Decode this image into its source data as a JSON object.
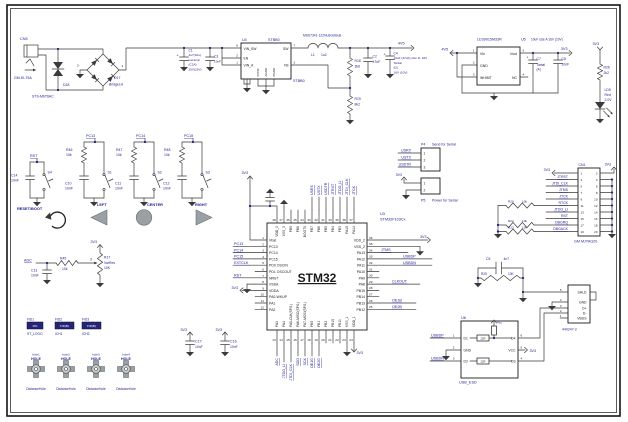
{
  "colors": {
    "wire": "#3a3a3a",
    "label": "#1c1c8f",
    "icon_gray": "#9aa0a4",
    "fiducial": "#24247c"
  },
  "power_input": {
    "cn5_ref": "CN5",
    "cn5_part": "GM-EL75A",
    "plus": "+",
    "d18_ref": "D18",
    "d18_part": "STS-M6T6AC",
    "d17_ref": "D17",
    "d17_part": "BridgeLH",
    "d17_neg": "2-",
    "d17_pos": "1",
    "c1_ref": "C1",
    "c1_value": "4u7(10u)",
    "c1_n1": "Ceramic",
    "c1_n2": "(C2A)",
    "c1_n3": "25V(25V)",
    "c3_ref": "C3",
    "c3_value": "10nF"
  },
  "buck": {
    "u4_ref": "U4",
    "u4_part": "STBB0",
    "u4_part2": "STBB0",
    "pin_vin_sw": "VIN_SW",
    "pin_en": "EN",
    "pin_vin_a": "VIN_A",
    "pin_sync": "SYNC",
    "pin_agnd": "AGND",
    "pin_pgnd": "PGND",
    "pin_sw": "SW",
    "pin_fb": "FB",
    "num_vin_sw": "6",
    "num_en": "2",
    "num_vin_a": "1",
    "num_sw": "7",
    "num_fb": "3",
    "l1_ref": "L1",
    "l1_value": "1u2",
    "l1_part": "MSS7341-122NLBGdGu8",
    "r18_ref": "R18",
    "r18_value": "3k6",
    "r19_ref": "R19",
    "r19_value": "8k2",
    "c2_ref": "C2",
    "c2_value": "47nF",
    "c4_ref": "C4",
    "c4_plus": "+",
    "c4_n1": "10uF (47uF) size D, 16V",
    "c4_n2": "Tantal",
    "c4_n3": "(D)",
    "c4_n4": "16V (10V)",
    "net_out": "4V5"
  },
  "ldo": {
    "u5_ref": "U5",
    "u5_part": "LD39015M33R",
    "u5_note": "10uF size A 16V (10V)",
    "pin_vin": "Vin",
    "pin_gnd": "GND",
    "pin_inhibit": "INHIBIT",
    "pin_vout": "Vout",
    "pin_nc": "NC",
    "num_vin": "1",
    "num_gnd": "2",
    "num_inhibit": "3",
    "num_vout": "5",
    "num_nc": "4",
    "c7_ref": "C7",
    "c7_plus": "+",
    "c7_n1": "Tantal",
    "c7_n2": "(A)",
    "c8_ref": "C8",
    "c8_value": "10nF",
    "net_in": "4V5",
    "net_out": "3V3"
  },
  "power_led": {
    "net": "3V3",
    "r26_ref": "R26",
    "r26_value": "2k2",
    "ld5_ref": "LD5",
    "ld5_color": "Red",
    "ld5_vf": "2.0V"
  },
  "buttons": {
    "reset": {
      "net": "RST",
      "cap_ref": "C14",
      "cap_value": "10nF",
      "sw": "S4",
      "caption": "RESET/BOOT"
    },
    "left": {
      "net": "PC13",
      "res_ref": "R46",
      "res_value": "10k",
      "cap_ref": "C10",
      "cap_value": "10nF",
      "sw": "S1",
      "caption": "LEFT"
    },
    "center": {
      "net": "PC14",
      "res_ref": "R47",
      "res_value": "10k",
      "cap_ref": "C11",
      "cap_value": "10nF",
      "sw": "S2",
      "caption": "CENTER"
    },
    "right": {
      "net": "PC15",
      "res_ref": "R48",
      "res_value": "10k",
      "cap_ref": "C12",
      "cap_value": "10nF",
      "sw": "S3",
      "caption": "RIGHT"
    }
  },
  "adc_pot": {
    "net": "ADC",
    "c13_ref": "C13",
    "c13_value": "10nF",
    "r45_ref": "R45",
    "r45_value": "10k",
    "pin": "3",
    "r17_ref": "R17",
    "r17_type": "VarRes",
    "r17_value": "10K",
    "net_top": "3V3"
  },
  "fiducials": [
    {
      "ref": "FID1",
      "part": "FID",
      "name": "ST_LOGO"
    },
    {
      "ref": "FID2",
      "part": "FID(B)",
      "name": "ICH1"
    },
    {
      "ref": "FID3",
      "part": "FID(B)",
      "name": "ICH2"
    }
  ],
  "holes": [
    {
      "ref": "hole1",
      "part": "HOLE",
      "name": "DistanceHole"
    },
    {
      "ref": "hole2",
      "part": "HOLE",
      "name": "DistanceHole"
    },
    {
      "ref": "hole3",
      "part": "HOLE",
      "name": "DistanceHole"
    },
    {
      "ref": "hole4",
      "part": "HOLE",
      "name": "DistanceHole"
    }
  ],
  "mcu": {
    "ref": "U3",
    "part": "STM32F103Cx",
    "title": "STM32",
    "left": [
      {
        "num": "1",
        "name": "Vbat",
        "net": "3V3"
      },
      {
        "num": "2",
        "name": "PC13",
        "net": "PC13"
      },
      {
        "num": "3",
        "name": "PC14",
        "net": "PC14"
      },
      {
        "num": "4",
        "name": "PC15",
        "net": "PC15"
      },
      {
        "num": "5",
        "name": "PD0 OSCIN",
        "net": "EXTCLK"
      },
      {
        "num": "6",
        "name": "PD1 OSCOUT",
        "net": ""
      },
      {
        "num": "7",
        "name": "NRST",
        "net": "RST"
      },
      {
        "num": "8",
        "name": "VSSA",
        "net": ""
      },
      {
        "num": "9",
        "name": "VDDA",
        "net": "3V3"
      },
      {
        "num": "10",
        "name": "PA0-WKUP",
        "net": ""
      },
      {
        "num": "11",
        "name": "PA1",
        "net": ""
      },
      {
        "num": "12",
        "name": "PA2",
        "net": ""
      }
    ],
    "top": [
      {
        "num": "48",
        "name": "VDD_3",
        "net": ""
      },
      {
        "num": "47",
        "name": "VSS_3",
        "net": ""
      },
      {
        "num": "46",
        "name": "PB9",
        "net": ""
      },
      {
        "num": "45",
        "name": "PB8",
        "net": ""
      },
      {
        "num": "44",
        "name": "BOOT0",
        "net": ""
      },
      {
        "num": "43",
        "name": "PB7",
        "net": "USRX"
      },
      {
        "num": "42",
        "name": "PB6",
        "net": "USTX"
      },
      {
        "num": "41",
        "name": "PB5",
        "net": "USDTR"
      },
      {
        "num": "40",
        "name": "PB4",
        "net": "JTRST"
      },
      {
        "num": "39",
        "name": "PB3",
        "net": "JTDO_LI"
      },
      {
        "num": "38",
        "name": "PA15",
        "net": "JTDI_CLK"
      },
      {
        "num": "37",
        "name": "PA14",
        "net": "JTCK"
      }
    ],
    "right": [
      {
        "num": "36",
        "name": "VDD_2",
        "net": "3V3"
      },
      {
        "num": "35",
        "name": "VSS_2",
        "net": ""
      },
      {
        "num": "34",
        "name": "PA13",
        "net": "JTMS"
      },
      {
        "num": "33",
        "name": "PA12",
        "net": "USBDP"
      },
      {
        "num": "32",
        "name": "PA11",
        "net": "USBDN"
      },
      {
        "num": "31",
        "name": "PA10",
        "net": ""
      },
      {
        "num": "30",
        "name": "PA9",
        "net": ""
      },
      {
        "num": "29",
        "name": "PA8",
        "net": "CLKOUT"
      },
      {
        "num": "28",
        "name": "PB15",
        "net": ""
      },
      {
        "num": "27",
        "name": "PB14",
        "net": ""
      },
      {
        "num": "26",
        "name": "PB13",
        "net": "OE1B"
      },
      {
        "num": "25",
        "name": "PB12",
        "net": "OE2B"
      }
    ],
    "bottom": [
      {
        "num": "13",
        "name": "PA3",
        "net": "ADC"
      },
      {
        "num": "14",
        "name": "PA4",
        "net": "JTDO_LI"
      },
      {
        "num": "15",
        "name": "PA5-CLK(SPI1)",
        "net": "JTDI_CLK"
      },
      {
        "num": "16",
        "name": "PA6-MISO(SPI1)",
        "net": "SDO"
      },
      {
        "num": "17",
        "name": "PA7-MOSI(SPI1)",
        "net": "SCK"
      },
      {
        "num": "18",
        "name": "PB0",
        "net": "OE1G"
      },
      {
        "num": "19",
        "name": "PB1",
        "net": "OE2G"
      },
      {
        "num": "20",
        "name": "PB2",
        "net": ""
      },
      {
        "num": "21",
        "name": "PB10",
        "net": ""
      },
      {
        "num": "22",
        "name": "PB11",
        "net": ""
      },
      {
        "num": "23",
        "name": "VSS_1",
        "net": ""
      },
      {
        "num": "24",
        "name": "VDD_1",
        "net": "3V3"
      }
    ]
  },
  "serial": {
    "p4_ref": "P4",
    "p4_title": "Send for Serial",
    "p4_pins": [
      "1",
      "2",
      "3"
    ],
    "p4_nets": [
      "USRX",
      "USTX",
      "USDTR"
    ],
    "p5_ref": "P5",
    "p5_title": "Power for Serial",
    "p5_pins": [
      "1",
      "2"
    ],
    "p5_net": "3V3"
  },
  "jtag": {
    "ref": "CN1",
    "part": "GM MJTAG20",
    "net": "3V3",
    "left_pins": [
      "1",
      "3",
      "5",
      "7",
      "9",
      "11",
      "13",
      "15",
      "17",
      "19"
    ],
    "right_pins": [
      "2",
      "4",
      "6",
      "8",
      "10",
      "12",
      "14",
      "16",
      "18",
      "20"
    ],
    "nets": [
      "JTRST",
      "JTDI_CLK",
      "JTMS",
      "JTCK",
      "RTCK",
      "JTDO_LI",
      "RST",
      "DBGRQ",
      "DBGACK"
    ],
    "r20_ref": "R20",
    "r20_value": "10k",
    "r22_ref": "R22",
    "r22_value": "10k",
    "r23_ref": "R23",
    "r23_value": "10k"
  },
  "usb": {
    "u6_ref": "U6",
    "u6_part": "USB_ESD",
    "left_pins": [
      {
        "num": "1",
        "name": "D1"
      },
      {
        "num": "2",
        "name": "GND"
      },
      {
        "num": "3",
        "name": "D2"
      }
    ],
    "right_pins": [
      {
        "num": "6",
        "name": "D4"
      },
      {
        "num": "5",
        "name": "VCC"
      },
      {
        "num": "4",
        "name": "D3"
      }
    ],
    "series_value": "22R",
    "vcc_flag": "Vcc",
    "net": "3V3",
    "net_dp": "USBDP",
    "net_dn": "USBDN",
    "conn_part": "440247-2",
    "conn_pins": [
      {
        "num": "5",
        "name": "SHLD"
      },
      {
        "num": "4",
        "name": "GND"
      },
      {
        "num": "3",
        "name": "D+"
      },
      {
        "num": "2",
        "name": "D-"
      },
      {
        "num": "1",
        "name": "VBUS"
      }
    ],
    "c5_ref": "C5",
    "c5_value": "4n7",
    "r25_ref": "R25",
    "r25_value": "10K"
  },
  "decoupling": {
    "net": "3V3",
    "c17_ref": "C17",
    "c17_value": "10nF",
    "c16_ref": "C16",
    "c16_value": "10nF"
  }
}
